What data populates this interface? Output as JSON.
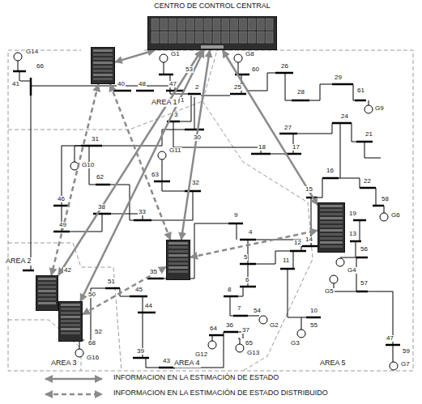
{
  "diagram": {
    "nodes": [
      {
        "text": [
          "CENTRO DE CONTROL CENTRAL"
        ]
      },
      {
        "text": [
          "AREA 1"
        ]
      },
      {
        "text": [
          "AREA 2"
        ]
      },
      {
        "text": [
          "AREA 3"
        ]
      },
      {
        "text": [
          "AREA 4"
        ]
      },
      {
        "text": [
          "AREA 5"
        ]
      }
    ],
    "edges": [
      {
        "from": 0,
        "to": 1,
        "arrow": "both"
      },
      {
        "from": 0,
        "to": 2,
        "arrow": "both"
      },
      {
        "from": 0,
        "to": 3,
        "arrow": "both"
      },
      {
        "from": 0,
        "to": 4,
        "arrow": "both"
      },
      {
        "from": 0,
        "to": 5,
        "arrow": "both"
      },
      {
        "from": 1,
        "to": 2,
        "arrow": "both"
      },
      {
        "from": 1,
        "to": 4,
        "arrow": "both"
      },
      {
        "from": 2,
        "to": 3,
        "arrow": "both"
      },
      {
        "from": 3,
        "to": 4,
        "arrow": "both"
      },
      {
        "from": 4,
        "to": 5,
        "arrow": "both"
      }
    ],
    "labels": [
      "G14",
      "66",
      "41",
      "40",
      "48",
      "47",
      "G1",
      "53",
      "1",
      "2",
      "G8",
      "60",
      "25",
      "26",
      "28",
      "29",
      "61",
      "G9",
      "31",
      "G10",
      "62",
      "30",
      "27",
      "24",
      "21",
      "3",
      "18",
      "17",
      "G11",
      "63",
      "32",
      "46",
      "38",
      "33",
      "49",
      "16",
      "15",
      "22",
      "58",
      "G6",
      "19",
      "56",
      "G4",
      "57",
      "G5",
      "13",
      "9",
      "4",
      "14",
      "12",
      "11",
      "5",
      "6",
      "8",
      "7",
      "54",
      "G2",
      "10",
      "55",
      "G3",
      "42",
      "35",
      "36",
      "37",
      "65",
      "G13",
      "64",
      "G12",
      "44",
      "45",
      "51",
      "50",
      "52",
      "68",
      "G16",
      "39",
      "43",
      "59",
      "G7",
      "47"
    ],
    "legend": [
      {
        "text": "INFORMACION EN LA ESTIMACIÓN DE ESTADO"
      },
      {
        "text": "INFORMACION EN LA ESTIMACIÓN DE ESTADO DISTRIBUIDO"
      }
    ]
  }
}
